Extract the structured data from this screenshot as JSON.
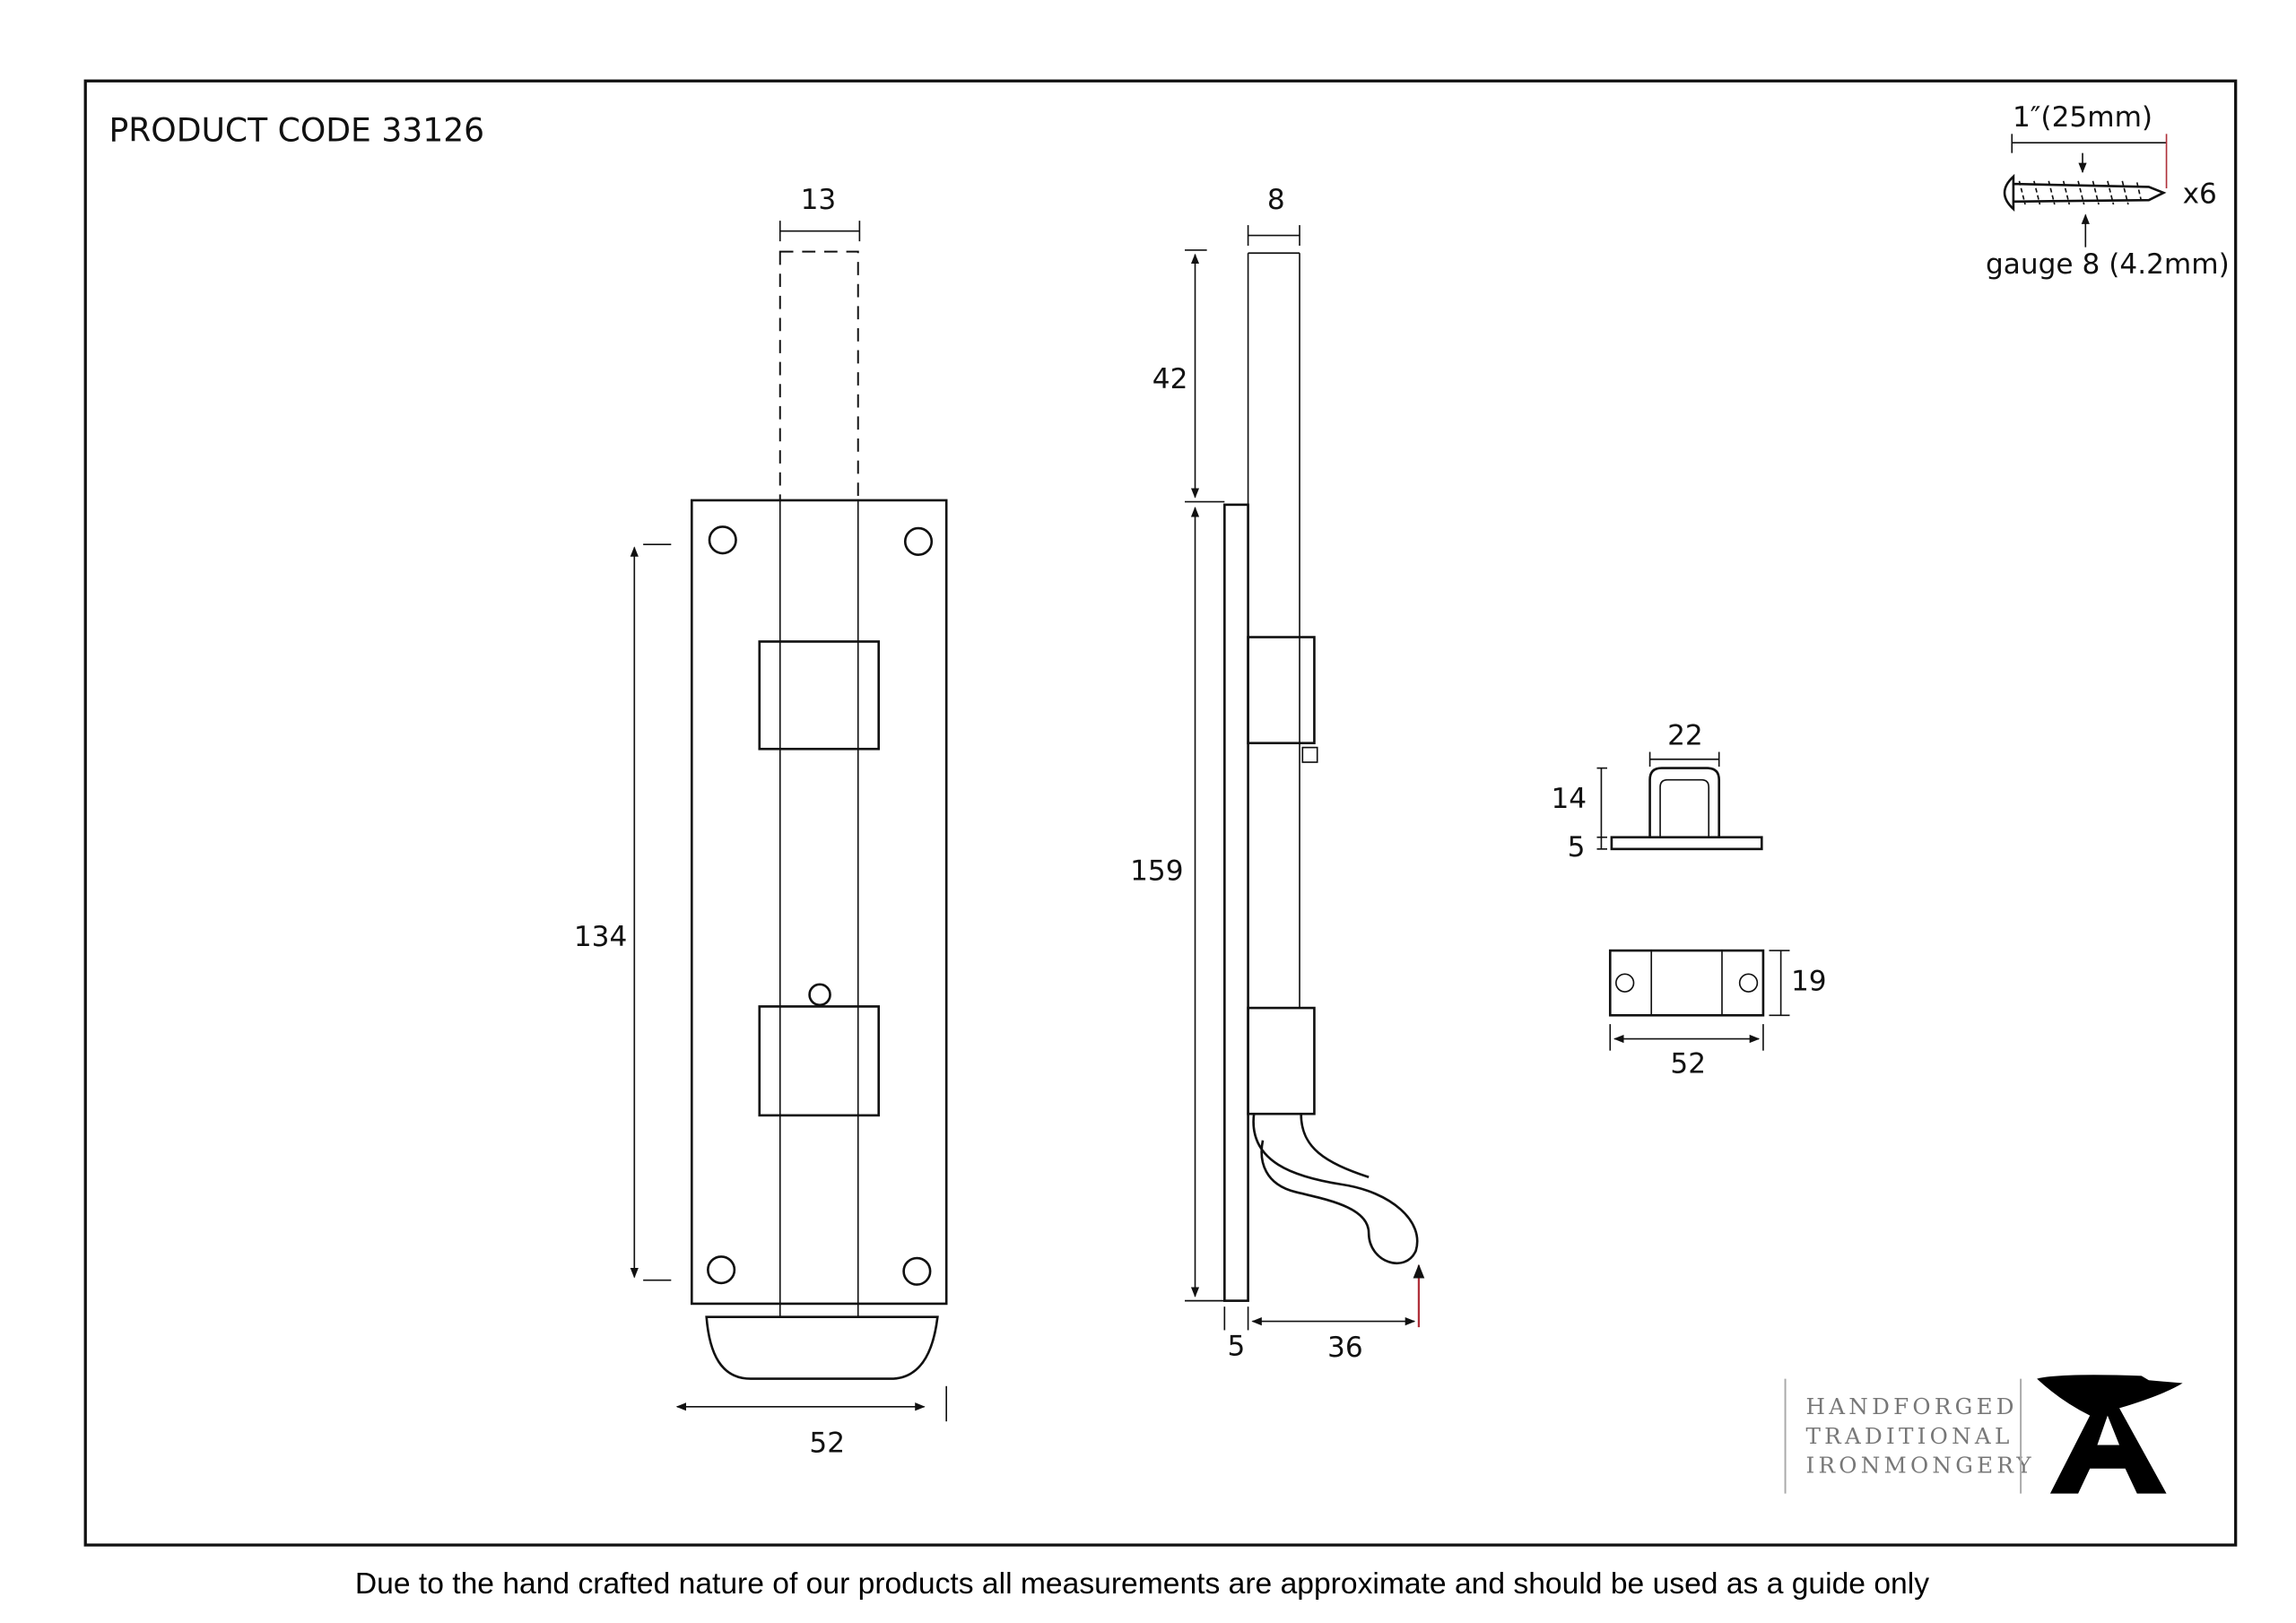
{
  "header": {
    "product_code": "PRODUCT CODE 33126"
  },
  "front_view": {
    "bolt_width": "13",
    "fixing_centres": "134",
    "plate_width": "52"
  },
  "side_view": {
    "throw": "42",
    "plate_length": "159",
    "bolt_depth": "8",
    "plate_thickness": "5",
    "handle_projection": "36"
  },
  "keep": {
    "top_width": "22",
    "height": "14",
    "base_thickness": "5",
    "depth": "19",
    "length": "52"
  },
  "screws": {
    "length": "1″(25mm)",
    "quantity": "x6",
    "gauge": "gauge 8 (4.2mm)"
  },
  "logo": {
    "line1": "HANDFORGED",
    "line2": "TRADITIONAL",
    "line3": "IRONMONGERY"
  },
  "footer": {
    "disclaimer": "Due to the hand crafted nature of our products all measurements are approximate and should be used as a guide only"
  },
  "colors": {
    "line": "#111111",
    "accent_red": "#b0303a",
    "logo_grey": "#777777"
  }
}
